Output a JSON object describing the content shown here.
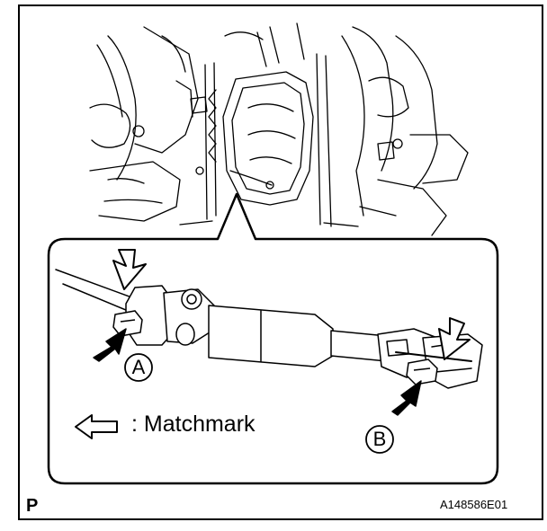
{
  "diagram": {
    "legend": {
      "separator": ":",
      "label": "Matchmark"
    },
    "callouts": [
      {
        "letter": "A"
      },
      {
        "letter": "B"
      }
    ],
    "page_code": "P",
    "figure_id": "A148586E01"
  }
}
